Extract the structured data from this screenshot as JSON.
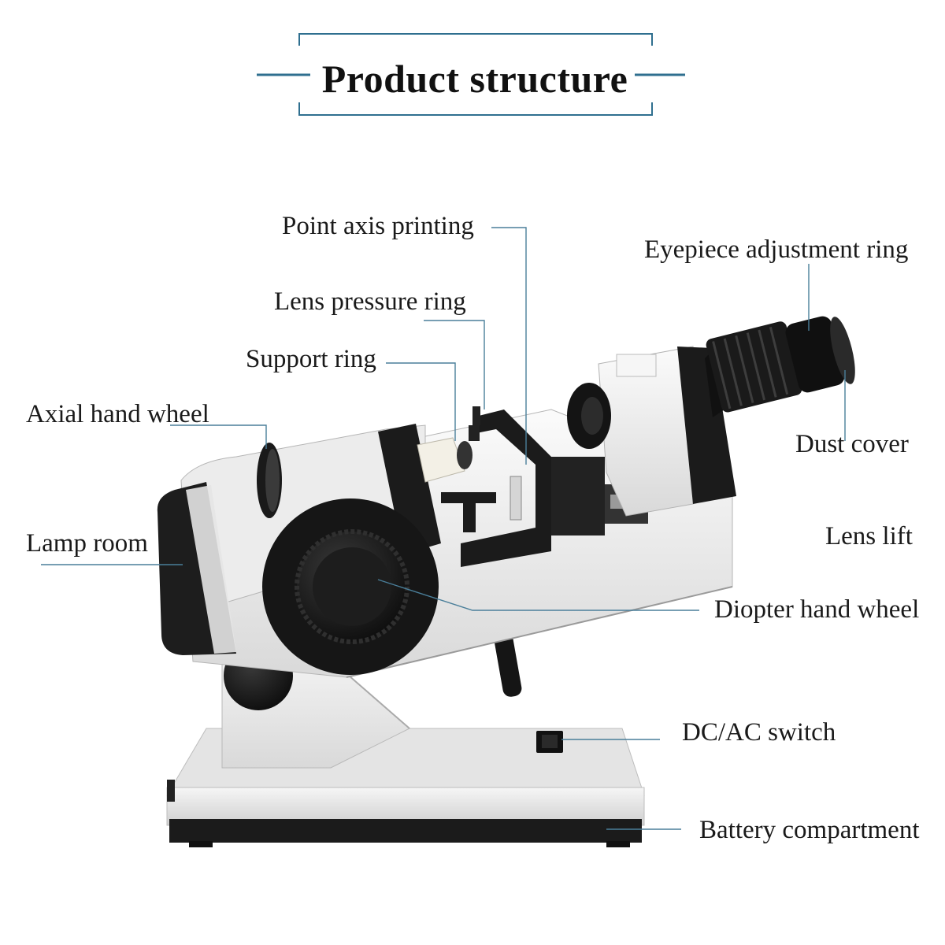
{
  "title": "Product structure",
  "labels": {
    "point_axis_printing": "Point axis printing",
    "eyepiece_adjustment_ring": "Eyepiece adjustment ring",
    "lens_pressure_ring": "Lens pressure ring",
    "support_ring": "Support ring",
    "axial_hand_wheel": "Axial hand wheel",
    "dust_cover": "Dust cover",
    "lamp_room": "Lamp room",
    "lens_lift": "Lens lift",
    "diopter_hand_wheel": "Diopter hand wheel",
    "dc_ac_switch": "DC/AC switch",
    "battery_compartment": "Battery compartment"
  },
  "colors": {
    "accent_line": "#2f6f8f",
    "leader_line": "#4a7f9a",
    "body_white": "#f1f1f1",
    "body_dark": "#1c1c1c"
  }
}
